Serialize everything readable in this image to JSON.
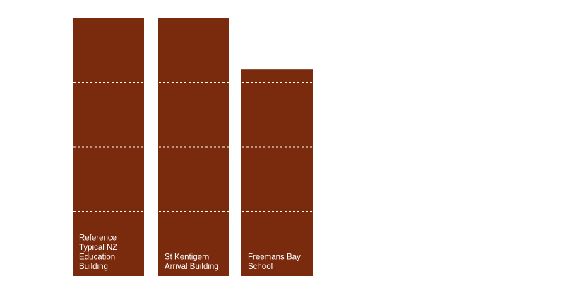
{
  "chart_data": {
    "type": "bar",
    "categories": [
      "Reference Typical NZ Education Building",
      "St Kentigern Arrival Building",
      "Freemans Bay School"
    ],
    "category_label_lines": [
      [
        "Reference",
        "Typical NZ",
        "Education",
        "Building"
      ],
      [
        "St Kentigern",
        "Arrival Building"
      ],
      [
        "Freemans Bay",
        "School"
      ]
    ],
    "values": [
      1.0,
      1.0,
      0.8
    ],
    "ylim": [
      0,
      1
    ],
    "gridlines": [
      0.25,
      0.5,
      0.75
    ],
    "grid": "dashed white lines across bars",
    "axes_visible": false,
    "legend": "none",
    "bar_color": "#7a2b0d",
    "gridline_color": "#ffffff",
    "label_color": "#ffffff",
    "background_color": "#ffffff"
  }
}
